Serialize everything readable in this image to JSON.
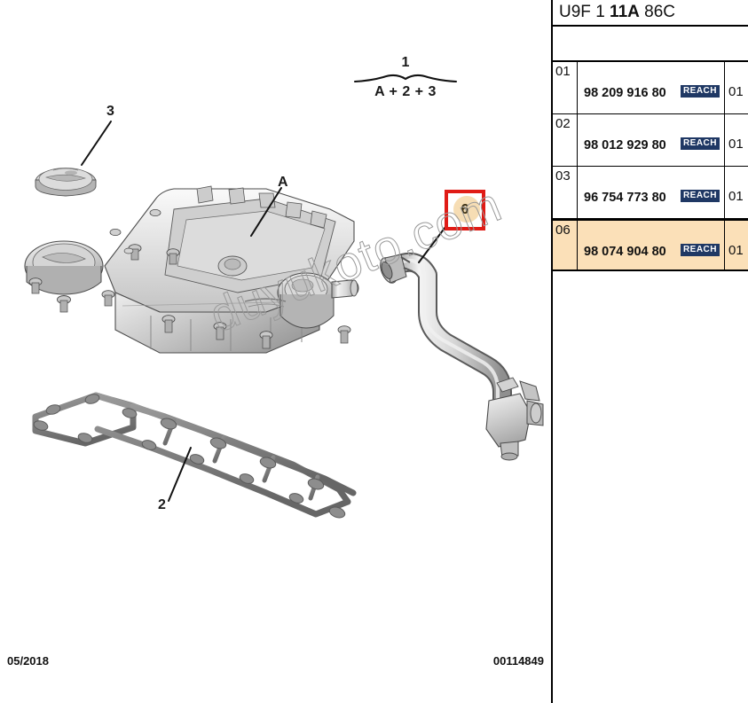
{
  "document": {
    "footer_date": "05/2018",
    "footer_reference": "00114849",
    "watermark": "duyukoto.com"
  },
  "diagram": {
    "bracket": {
      "top_number": "1",
      "bottom_text": "A + 2 + 3"
    },
    "callouts": [
      {
        "label": "3",
        "name": "callout-3"
      },
      {
        "label": "A",
        "name": "callout-a"
      },
      {
        "label": "2",
        "name": "callout-2"
      }
    ],
    "highlight_marker": {
      "label": "6"
    }
  },
  "parts_table": {
    "title_prefix": "U9F",
    "title_num": "1",
    "title_code": "11A",
    "title_suffix": "86C",
    "rows": [
      {
        "index": "01",
        "part_number": "98 209 916 80",
        "badge": "REACH",
        "quantity": "01",
        "highlighted": false
      },
      {
        "index": "02",
        "part_number": "98 012 929 80",
        "badge": "REACH",
        "quantity": "01",
        "highlighted": false
      },
      {
        "index": "03",
        "part_number": "96 754 773 80",
        "badge": "REACH",
        "quantity": "01",
        "highlighted": false
      },
      {
        "index": "06",
        "part_number": "98 074 904 80",
        "badge": "REACH",
        "quantity": "01",
        "highlighted": true
      }
    ]
  },
  "colors": {
    "highlight_row": "#fbe0b8",
    "marker_border": "#e01b16",
    "marker_blob": "#f6ddb4",
    "reach_badge": "#1f3864"
  }
}
